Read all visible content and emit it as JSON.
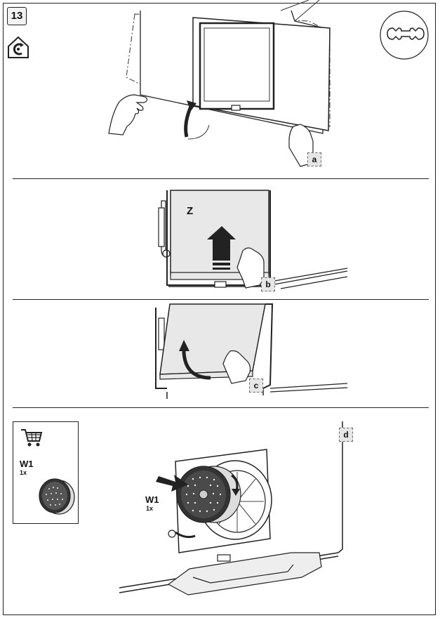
{
  "step": {
    "number": "13"
  },
  "callouts": {
    "a": "a",
    "b": "b",
    "c": "c",
    "d": "d"
  },
  "panel_labels": {
    "z": "Z"
  },
  "parts": {
    "code": "W1",
    "qty": "1x"
  },
  "filter_label": {
    "code": "W1",
    "qty": "1x"
  },
  "icons": {
    "step_type": "house-recirculation-icon",
    "tool": "wrench-icon",
    "cart": "shopping-cart-icon"
  },
  "colors": {
    "line": "#222222",
    "panel_fill": "#e8e8e8",
    "callout_fill": "#e6e6e6"
  }
}
